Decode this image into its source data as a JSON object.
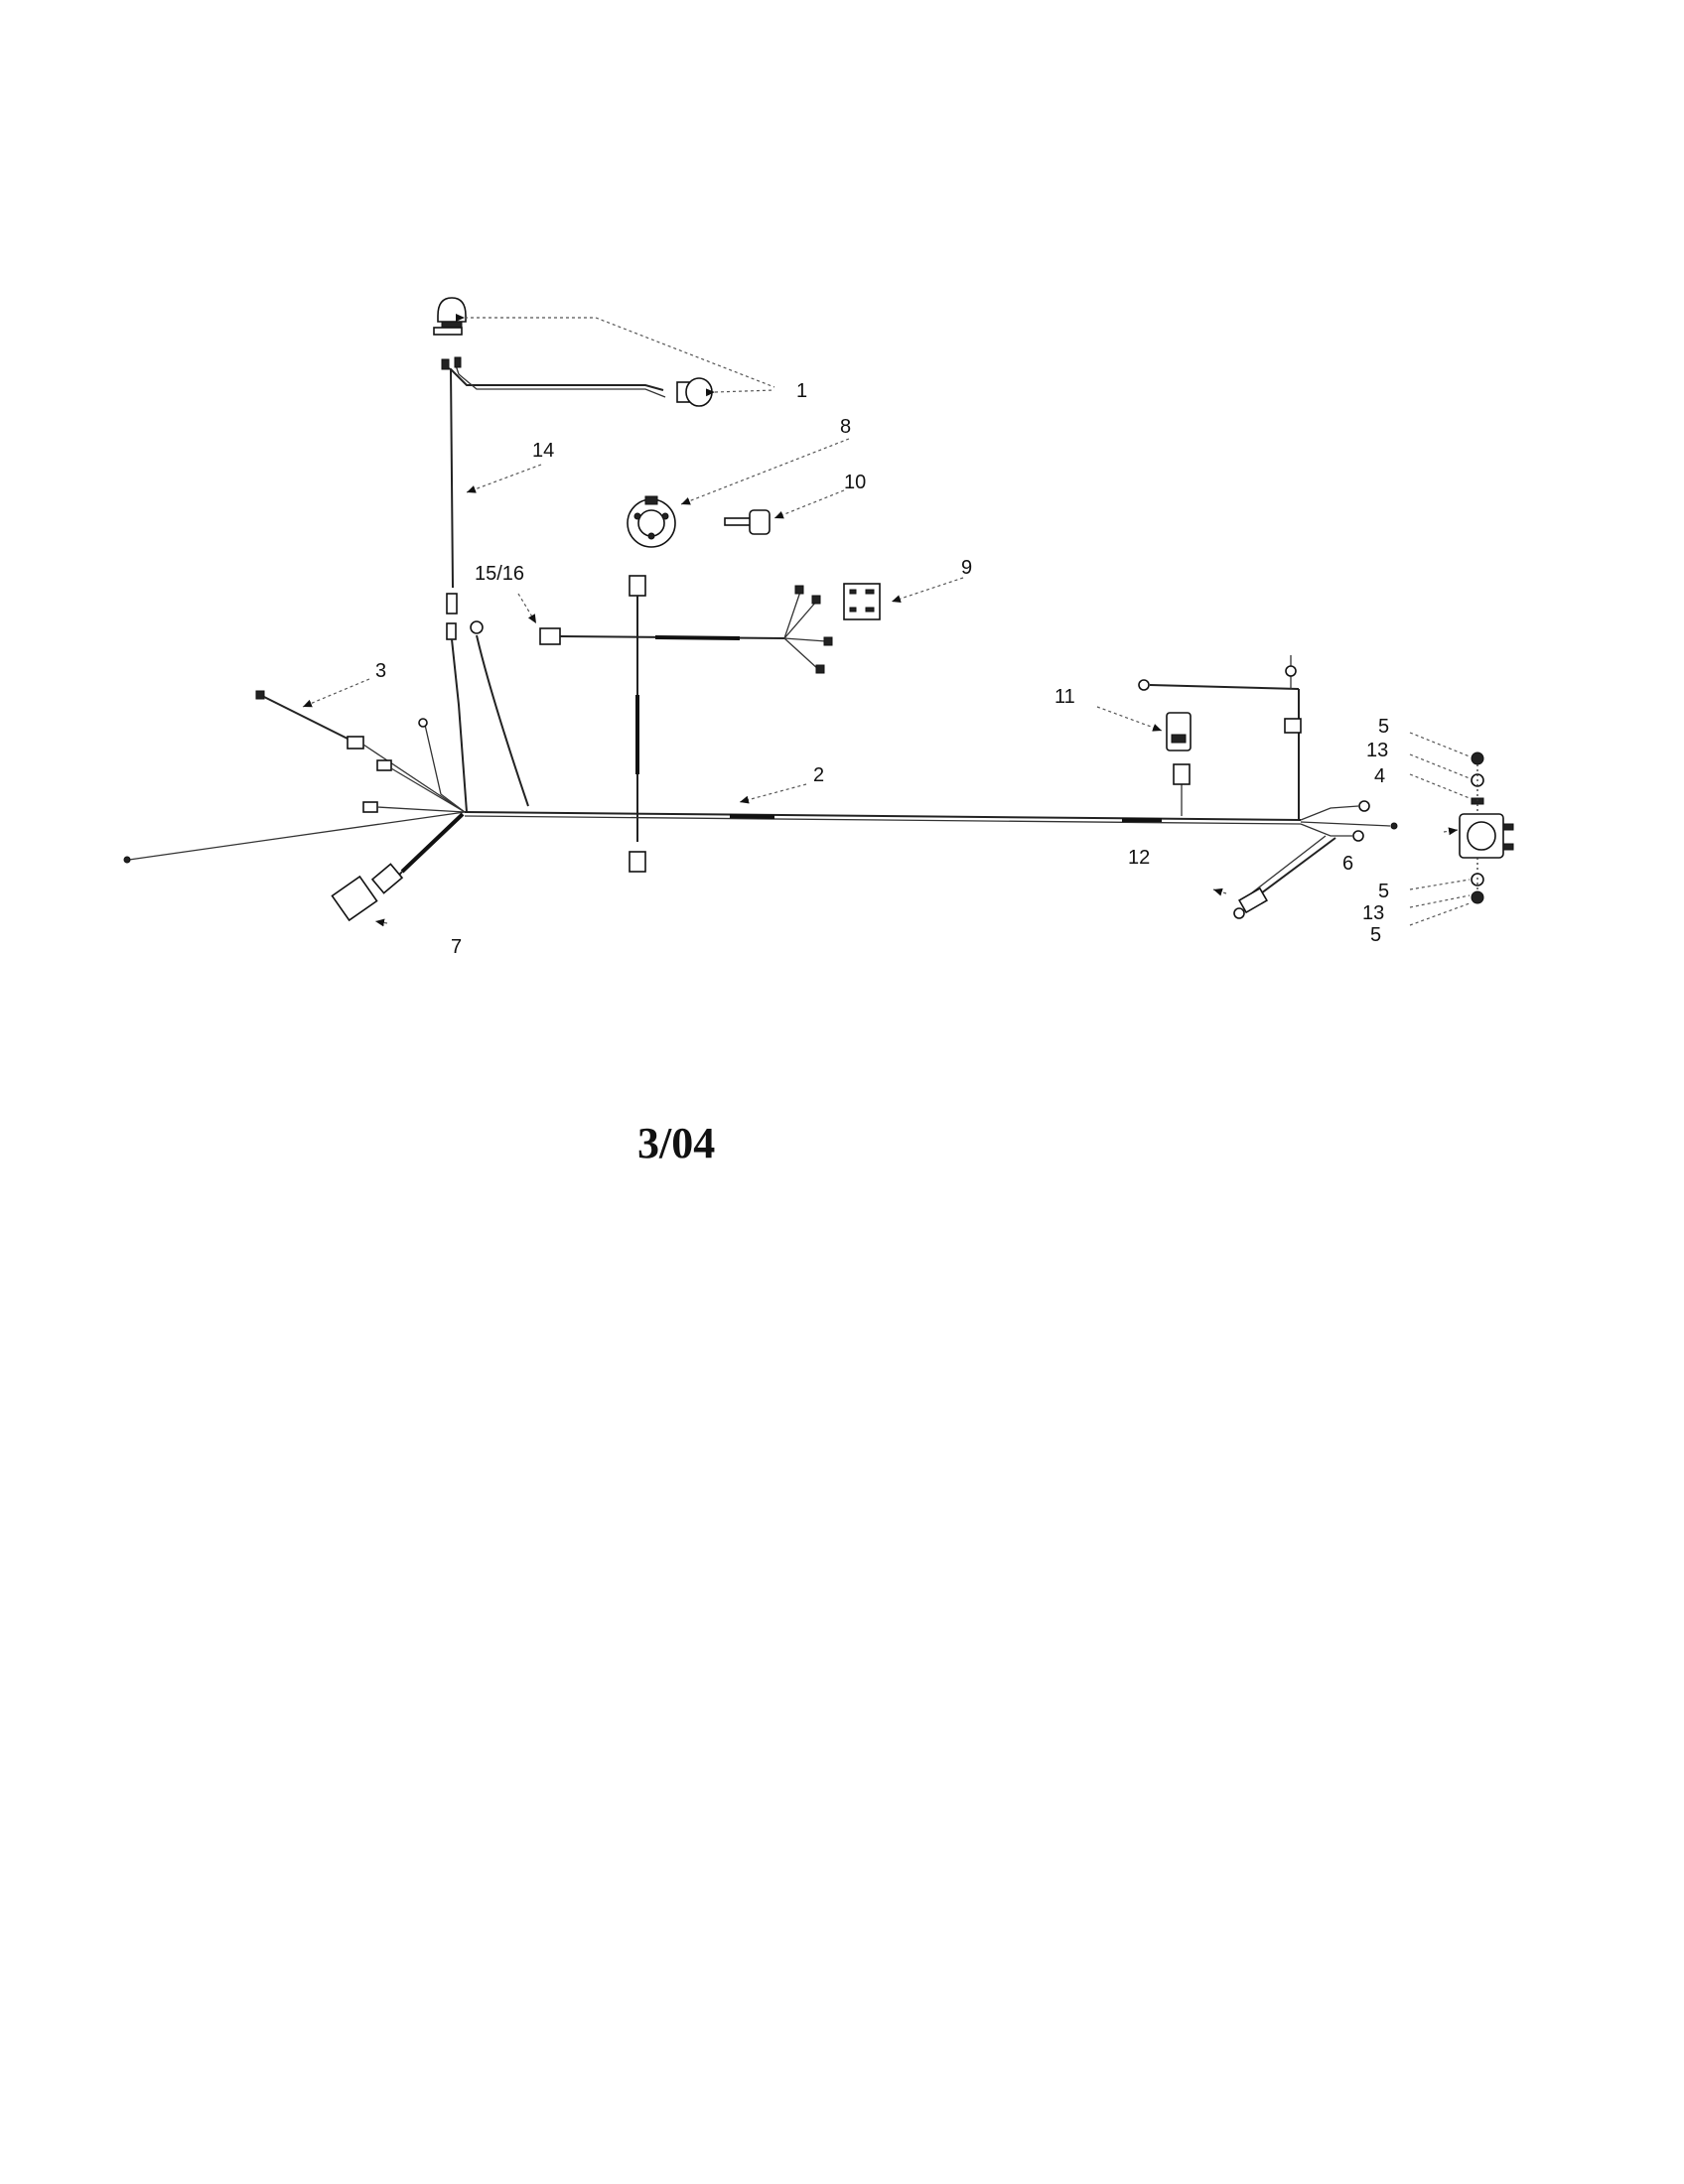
{
  "callouts": {
    "c1": "1",
    "c2": "2",
    "c3": "3",
    "c4": "4",
    "c5a": "5",
    "c5b": "5",
    "c5c": "5",
    "c6": "6",
    "c7": "7",
    "c8": "8",
    "c9": "9",
    "c10": "10",
    "c11": "11",
    "c12": "12",
    "c13a": "13",
    "c13b": "13",
    "c14": "14",
    "c15_16": "15/16"
  },
  "date_code": "3/04"
}
